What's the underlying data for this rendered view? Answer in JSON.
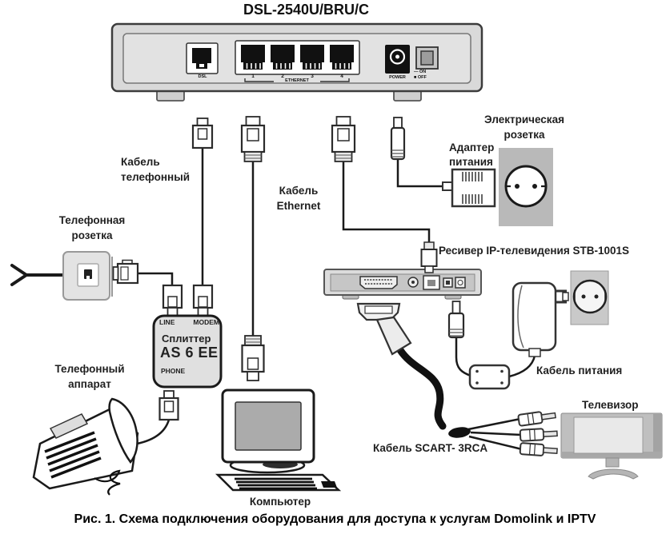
{
  "title": "DSL-2540U/BRU/C",
  "caption": "Рис. 1. Схема подключения оборудования для доступа к услугам Domolink и IPTV",
  "router": {
    "dsl_port_label": "DSL",
    "ethernet_label": "ETHERNET",
    "port_numbers": [
      "1",
      "2",
      "3",
      "4"
    ],
    "power_label": "POWER",
    "switch_on_label": "— ON",
    "switch_off_label": "■ OFF"
  },
  "splitter": {
    "line_port": "LINE",
    "modem_port": "MODEM",
    "name": "Сплиттер",
    "model": "AS 6 EE",
    "phone_port": "PHONE"
  },
  "labels": {
    "phone_cable": "Кабель\nтелефонный",
    "ethernet_cable": "Кабель\nEthernet",
    "phone_socket": "Телефонная\nрозетка",
    "power_adapter": "Адаптер\nпитания",
    "electric_socket": "Электрическая\nрозетка",
    "stb_receiver": "Ресивер IP-телевидения STB-1001S",
    "phone_device": "Телефонный\nаппарат",
    "power_cable": "Кабель питания",
    "tv": "Телевизор",
    "scart_cable": "Кабель SCART- 3RCA",
    "computer": "Компьютер"
  }
}
